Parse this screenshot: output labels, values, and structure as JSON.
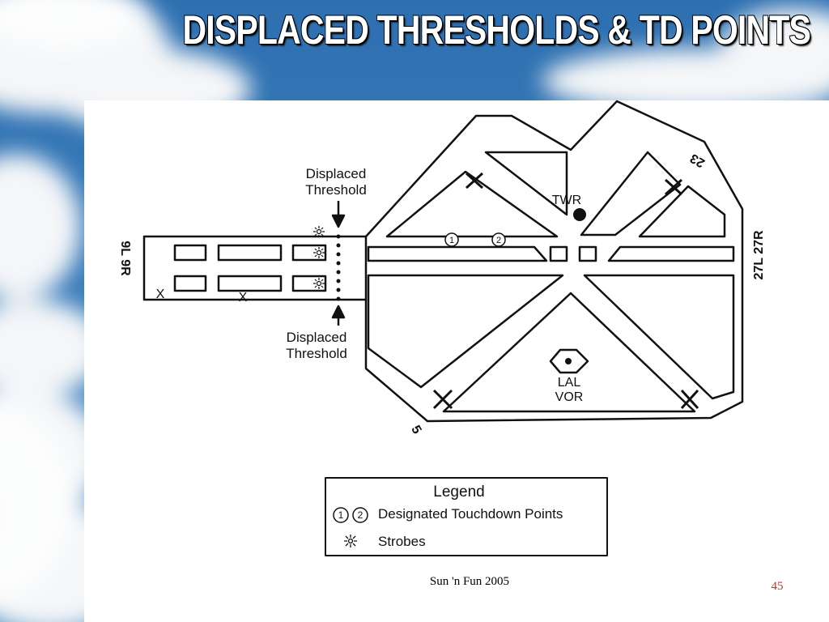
{
  "slide": {
    "title": "DISPLACED THRESHOLDS & TD POINTS",
    "footer": "Sun 'n Fun 2005",
    "page_number": "45"
  },
  "diagram": {
    "labels": {
      "displaced_threshold_top_line1": "Displaced",
      "displaced_threshold_top_line2": "Threshold",
      "displaced_threshold_bottom_line1": "Displaced",
      "displaced_threshold_bottom_line2": "Threshold",
      "tower": "TWR",
      "vor_line1": "LAL",
      "vor_line2": "VOR",
      "runway_9l_9r": "9L  9R",
      "runway_27l_27r": "27L 27R",
      "runway_23": "23",
      "runway_5": "5",
      "closed_mark": "X",
      "td_point_1": "1",
      "td_point_2": "2"
    },
    "legend": {
      "title": "Legend",
      "items": [
        {
          "symbol": "1 2",
          "label": "Designated Touchdown Points"
        },
        {
          "symbol": "strobe",
          "label": "Strobes"
        }
      ]
    }
  }
}
